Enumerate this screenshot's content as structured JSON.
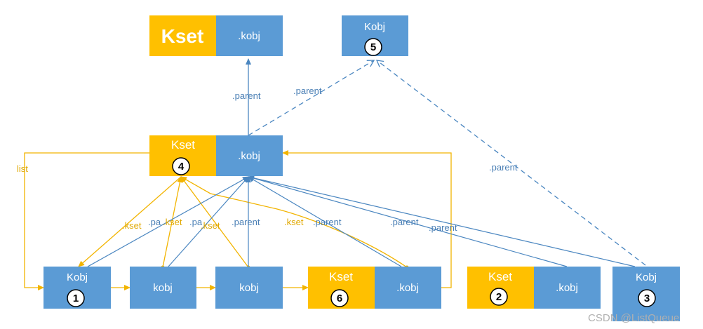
{
  "nodes": {
    "top_kset": {
      "left": "Kset",
      "right": ".kobj"
    },
    "top_kobj": {
      "title": "Kobj",
      "number": "5"
    },
    "mid_kset": {
      "left": "Kset",
      "number": "4",
      "right": ".kobj"
    },
    "kobj1": {
      "title": "Kobj",
      "number": "1"
    },
    "kobj_a": {
      "title": "kobj"
    },
    "kobj_b": {
      "title": "kobj"
    },
    "kset6": {
      "left": "Kset",
      "number": "6",
      "right": ".kobj"
    },
    "kset2": {
      "left": "Kset",
      "number": "2",
      "right": ".kobj"
    },
    "kobj3": {
      "title": "Kobj",
      "number": "3"
    }
  },
  "labels": {
    "parent_top": ".parent",
    "parent_to5": ".parent",
    "parent_right": ".parent",
    "list": "list",
    "kset_1": ".kset",
    "kset_2": ".kset",
    "kset_3": ".kset",
    "kset_4": ".kset",
    "parent_1": ".pa",
    "parent_2": ".pa",
    "parent_3": ".parent",
    "parent_4": ".parent",
    "parent_5": ".parent",
    "parent_6": ".parent"
  },
  "watermark": "CSDN @ListQueue",
  "colors": {
    "blue_box": "#5b9bd5",
    "gold_box": "#ffc000",
    "blue_line": "#4a86c0",
    "gold_line": "#f2b400"
  }
}
